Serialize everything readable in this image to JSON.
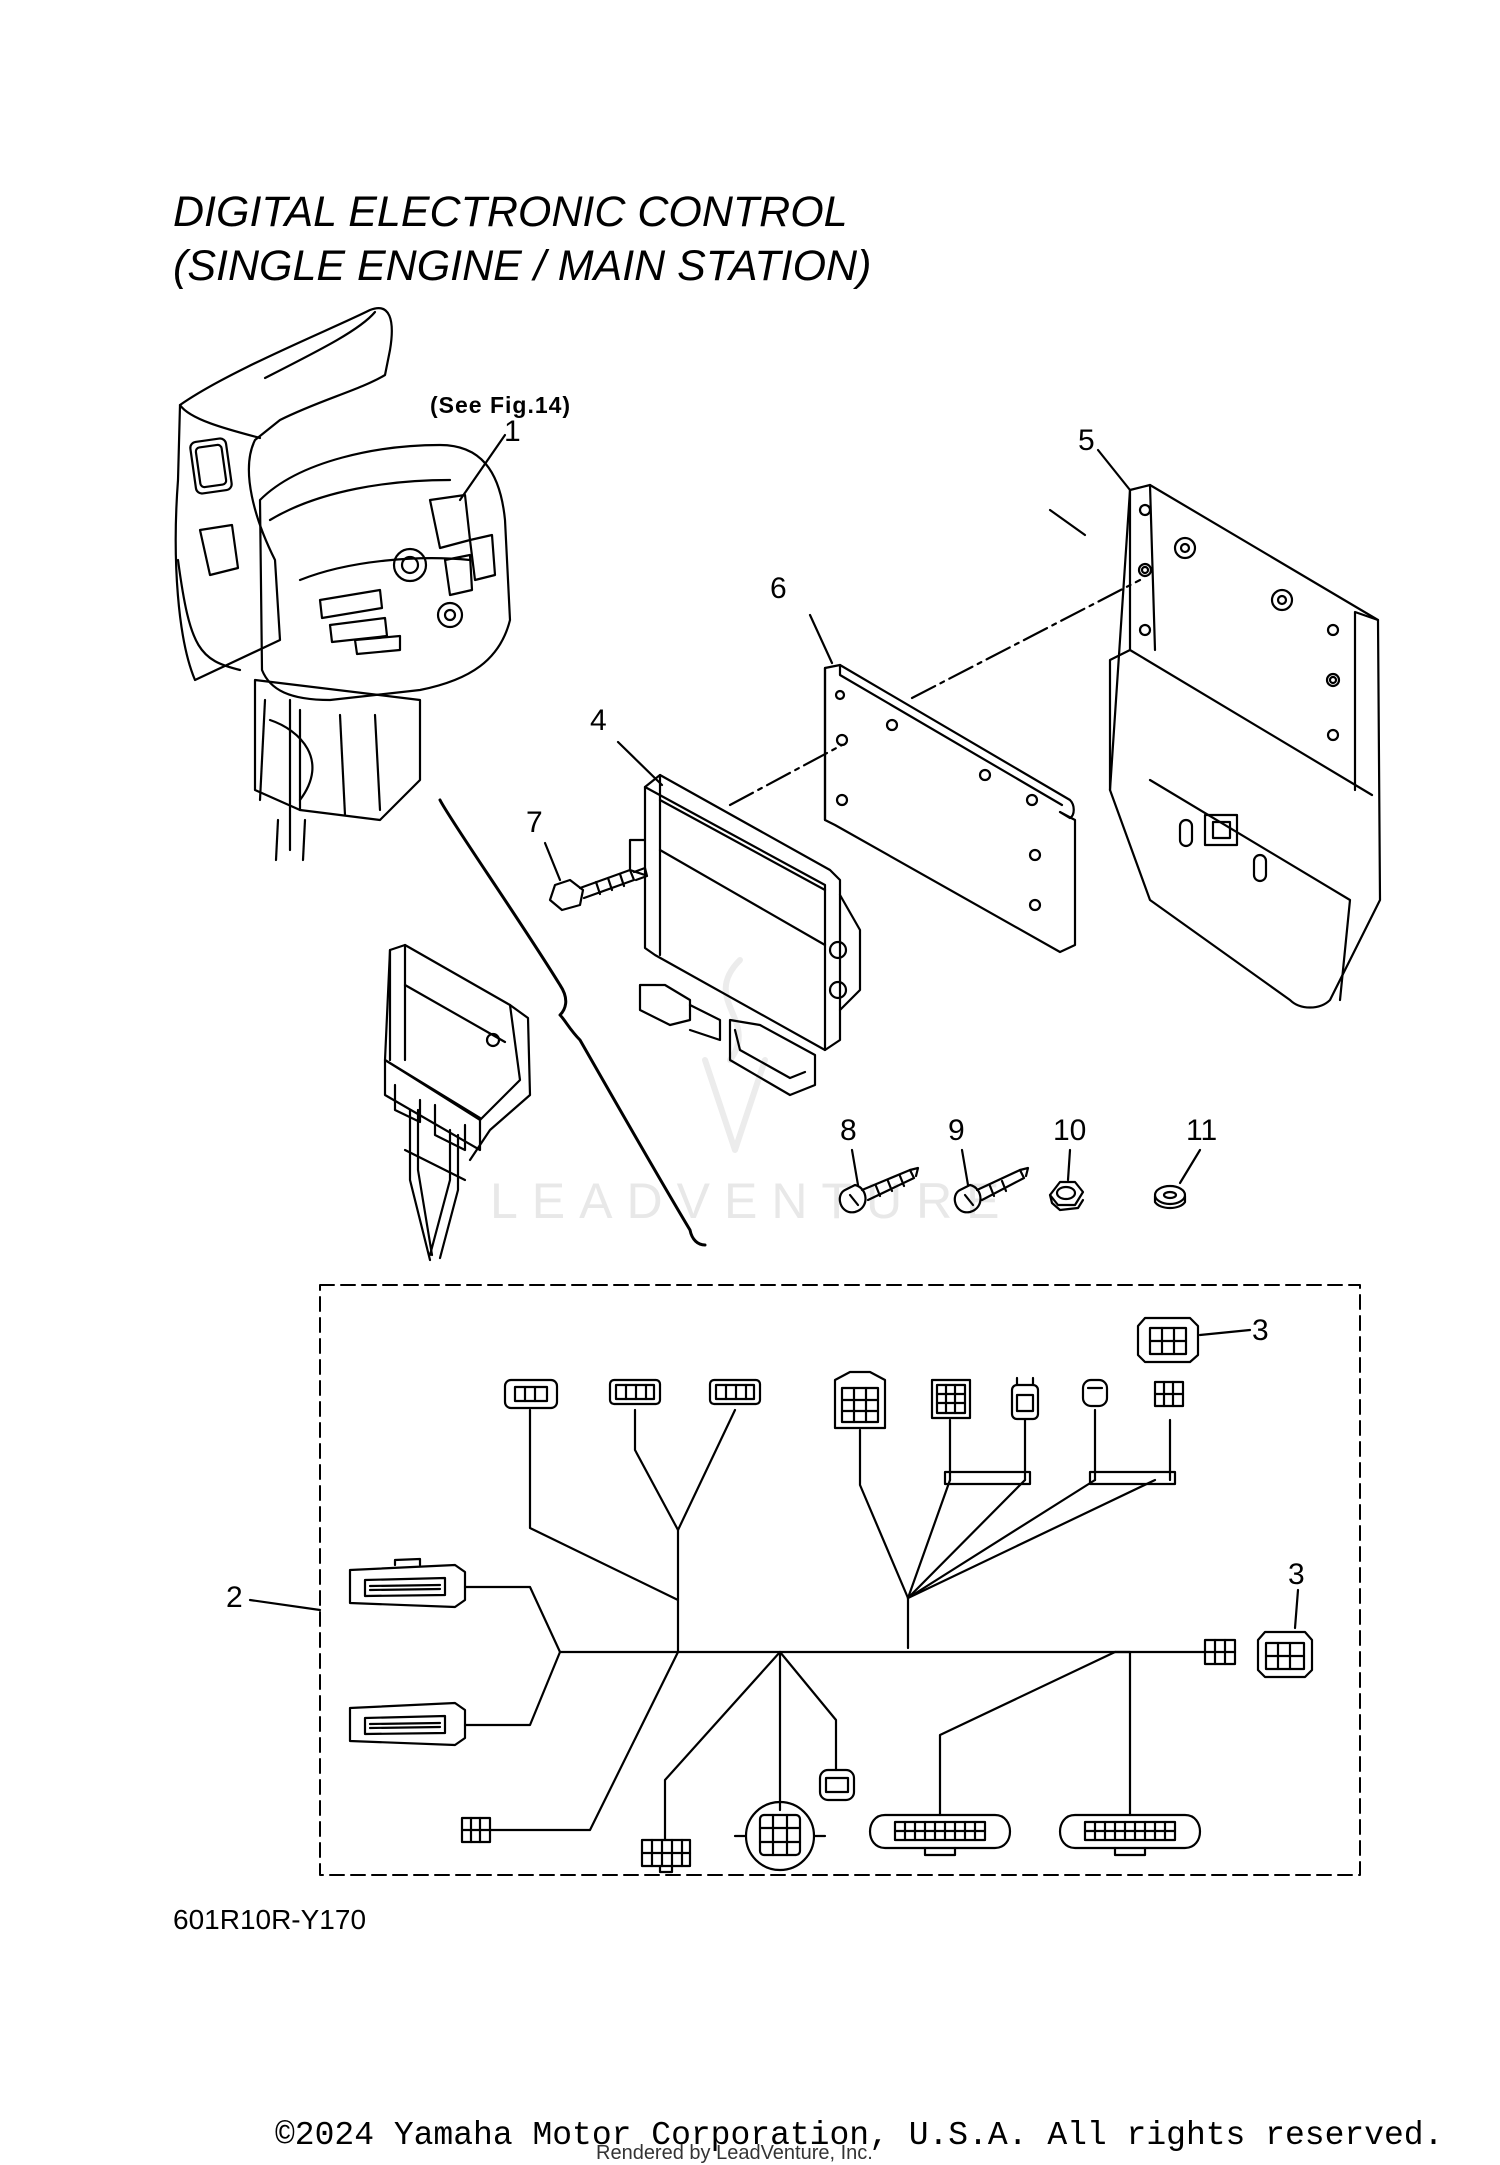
{
  "diagram": {
    "title_line1": "DIGITAL ELECTRONIC CONTROL",
    "title_line2": "(SINGLE ENGINE / MAIN STATION)",
    "see_fig": "(See Fig.14)",
    "part_code": "601R10R-Y170",
    "watermark": "LEADVENTURE",
    "callouts": [
      "1",
      "2",
      "3",
      "3",
      "4",
      "5",
      "6",
      "7",
      "8",
      "9",
      "10",
      "11"
    ]
  },
  "footer": {
    "copyright": "©2024 Yamaha Motor Corporation, U.S.A. All rights reserved.",
    "rendered_by": "Rendered by LeadVenture, Inc."
  }
}
